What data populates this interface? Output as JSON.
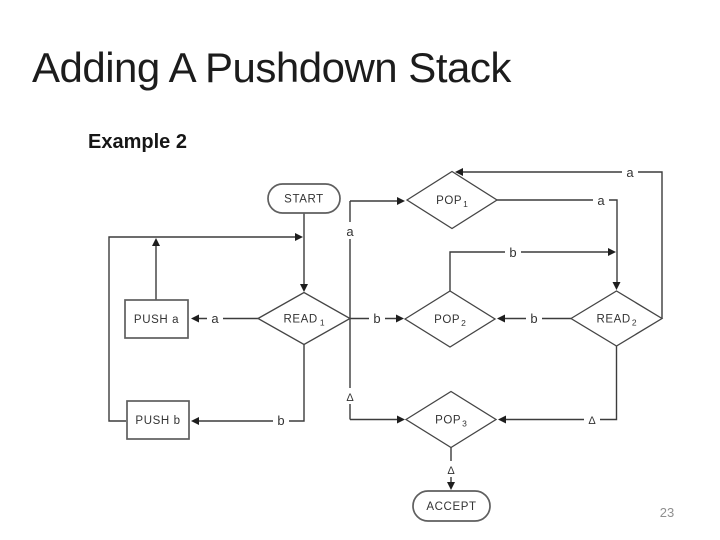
{
  "slide": {
    "title": "Adding A Pushdown Stack",
    "subtitle": "Example 2",
    "page_number": "23"
  },
  "colors": {
    "background": "#ffffff",
    "title_text": "#1c1c1c",
    "diagram_lines": "#3c3c3c",
    "diagram_text": "#333333",
    "page_number_text": "#8f8f8f"
  },
  "diagram": {
    "nodes": {
      "start": {
        "label": "START",
        "type": "terminal"
      },
      "accept": {
        "label": "ACCEPT",
        "type": "terminal"
      },
      "push_a": {
        "label": "PUSH a",
        "type": "process"
      },
      "push_b": {
        "label": "PUSH b",
        "type": "process"
      },
      "pop1": {
        "label": "POP",
        "sub": "1",
        "type": "decision"
      },
      "pop2": {
        "label": "POP",
        "sub": "2",
        "type": "decision"
      },
      "pop3": {
        "label": "POP",
        "sub": "3",
        "type": "decision"
      },
      "read1": {
        "label": "READ",
        "sub": "1",
        "type": "decision"
      },
      "read2": {
        "label": "READ",
        "sub": "2",
        "type": "decision"
      }
    },
    "edge_labels": {
      "read1_to_push_a": "a",
      "read1_to_pop1": "a",
      "read1_to_pop2": "b",
      "read1_to_pop3": "Δ",
      "read1_to_push_b": "b",
      "pop1_to_read2": "a",
      "pop2_to_read2": "b",
      "read2_to_pop1": "a",
      "read2_to_pop2": "b",
      "read2_to_pop3": "Δ",
      "pop3_to_accept": "Δ"
    }
  }
}
